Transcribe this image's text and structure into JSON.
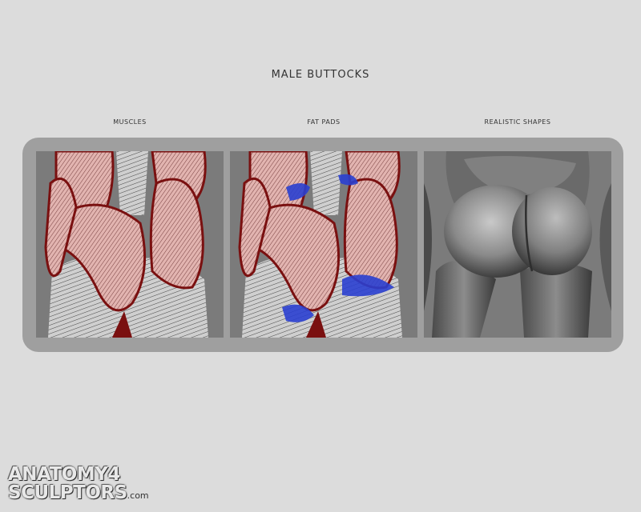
{
  "title": "MALE BUTTOCKS",
  "panels": [
    {
      "caption": "MUSCLES"
    },
    {
      "caption": "FAT PADS"
    },
    {
      "caption": "REALISTIC SHAPES"
    }
  ],
  "logo": {
    "line1": "ANATOMY4",
    "line2": "SCULPTORS",
    "suffix": ".com"
  },
  "colors": {
    "background": "#dcdcdc",
    "frame": "#9f9f9f",
    "muscle": "#e2b4b0",
    "muscle_outline": "#7a1010",
    "fat_pad": "#2a3fd0",
    "bone": "#d8d8d8"
  }
}
